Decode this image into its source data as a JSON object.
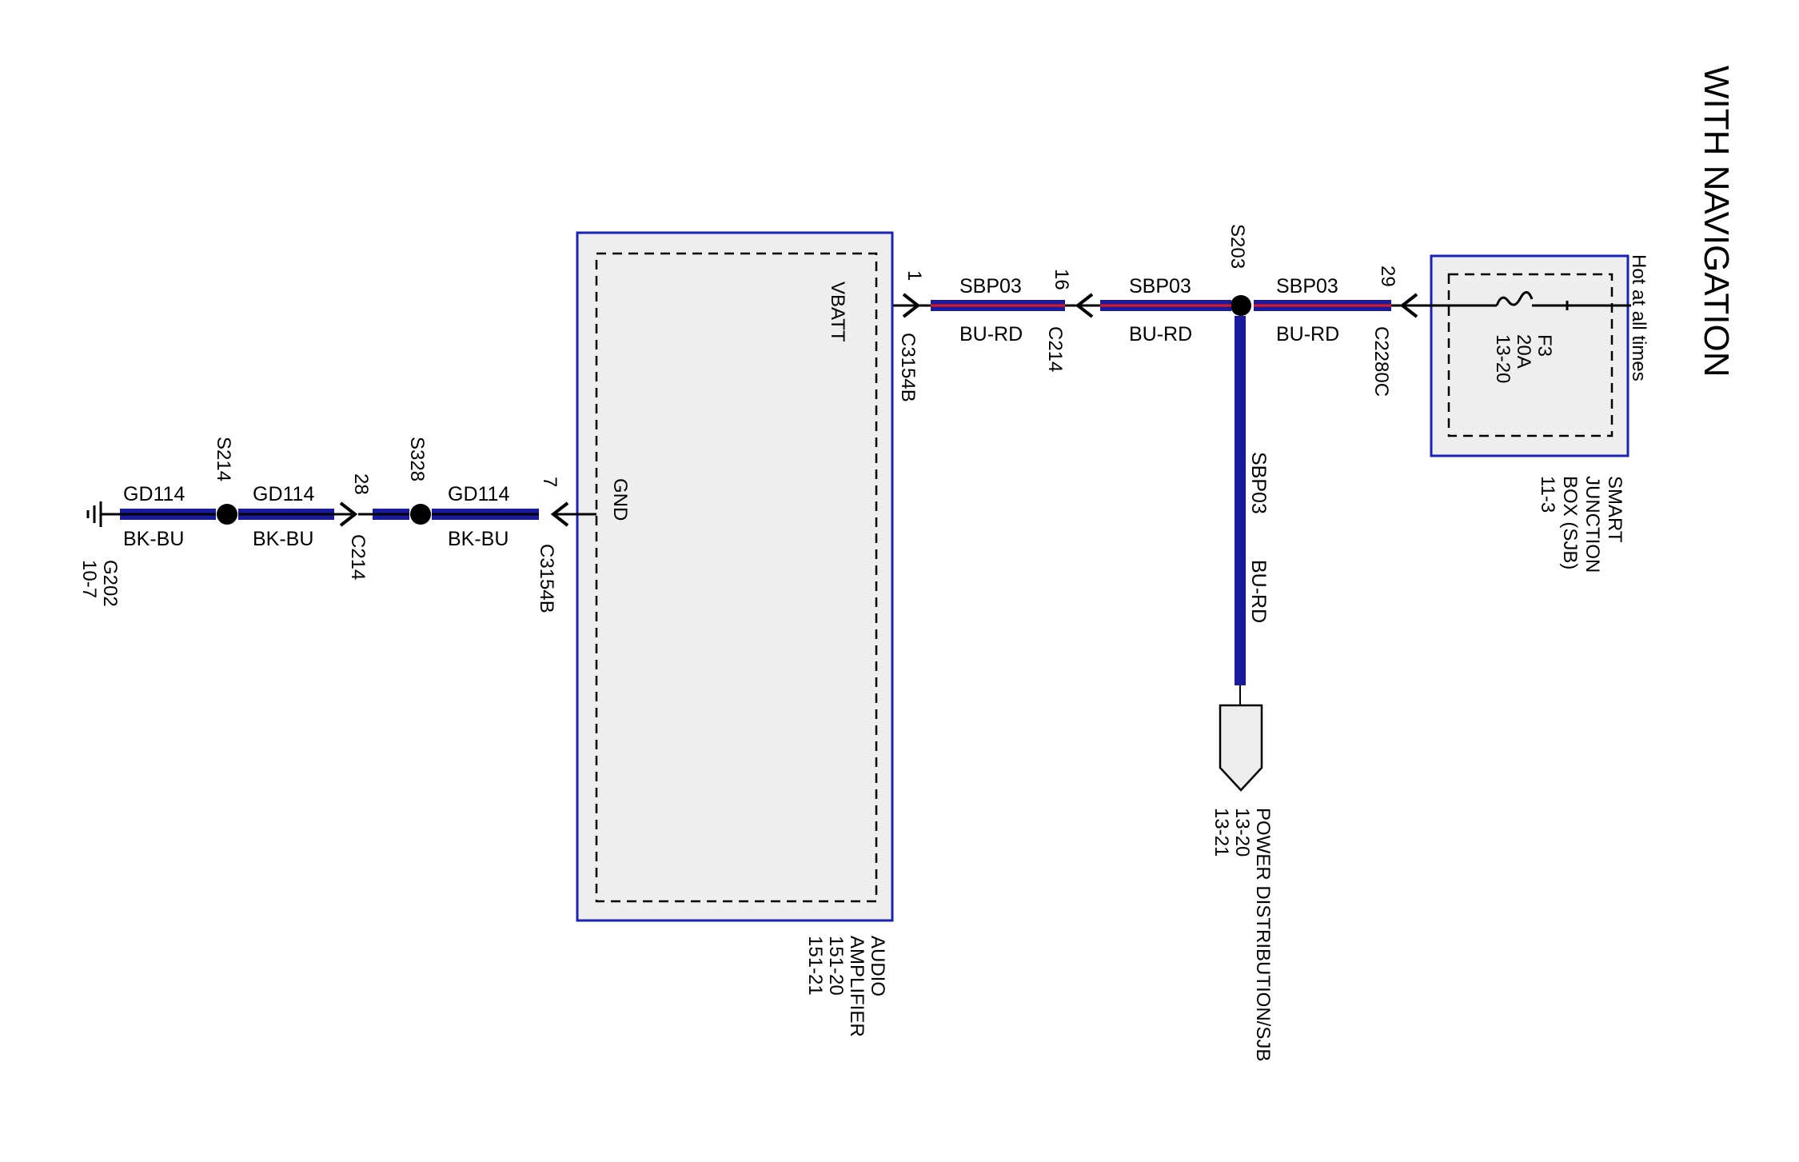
{
  "title": "WITH NAVIGATION",
  "feed_note": "Hot at all times",
  "colors": {
    "wire_blue": "#1a1aa0",
    "wire_red": "#e01818",
    "box_border": "#1a22b8",
    "box_fill": "#eeeeee"
  },
  "sjb": {
    "name_lines": [
      "SMART",
      "JUNCTION",
      "BOX (SJB)",
      "11-3"
    ],
    "fuse_lines": [
      "F3",
      "20A",
      "13-20"
    ]
  },
  "amplifier": {
    "name_lines": [
      "AUDIO",
      "AMPLIFIER",
      "151-20",
      "151-21"
    ],
    "vbatt_label": "VBATT",
    "gnd_label": "GND"
  },
  "power_dist": {
    "name_lines": [
      "POWER DISTRIBUTION/SJB",
      "13-20",
      "13-21"
    ]
  },
  "splices": {
    "s203": "S203",
    "s214": "S214",
    "s328": "S328"
  },
  "connectors": {
    "c2280c": {
      "name": "C2280C",
      "pin": "29"
    },
    "c214_power": {
      "name": "C214",
      "pin": "16"
    },
    "c3154b_power": {
      "name": "C3154B",
      "pin": "1"
    },
    "c3154b_gnd": {
      "name": "C3154B",
      "pin": "7"
    },
    "c214_gnd": {
      "name": "C214",
      "pin": "28"
    }
  },
  "wires": {
    "sjb_to_s203": {
      "circuit": "SBP03",
      "color": "BU-RD"
    },
    "s203_to_c214": {
      "circuit": "SBP03",
      "color": "BU-RD"
    },
    "c214_to_amp": {
      "circuit": "SBP03",
      "color": "BU-RD"
    },
    "s203_down": {
      "circuit": "SBP03",
      "color": "BU-RD"
    },
    "gnd_amp_to_s328": {
      "circuit": "GD114",
      "color": "BK-BU"
    },
    "gnd_c214_to_s214": {
      "circuit": "GD114",
      "color": "BK-BU"
    },
    "gnd_s214_to_ground": {
      "circuit": "GD114",
      "color": "BK-BU"
    }
  },
  "ground": {
    "name": "G202",
    "ref": "10-7"
  }
}
